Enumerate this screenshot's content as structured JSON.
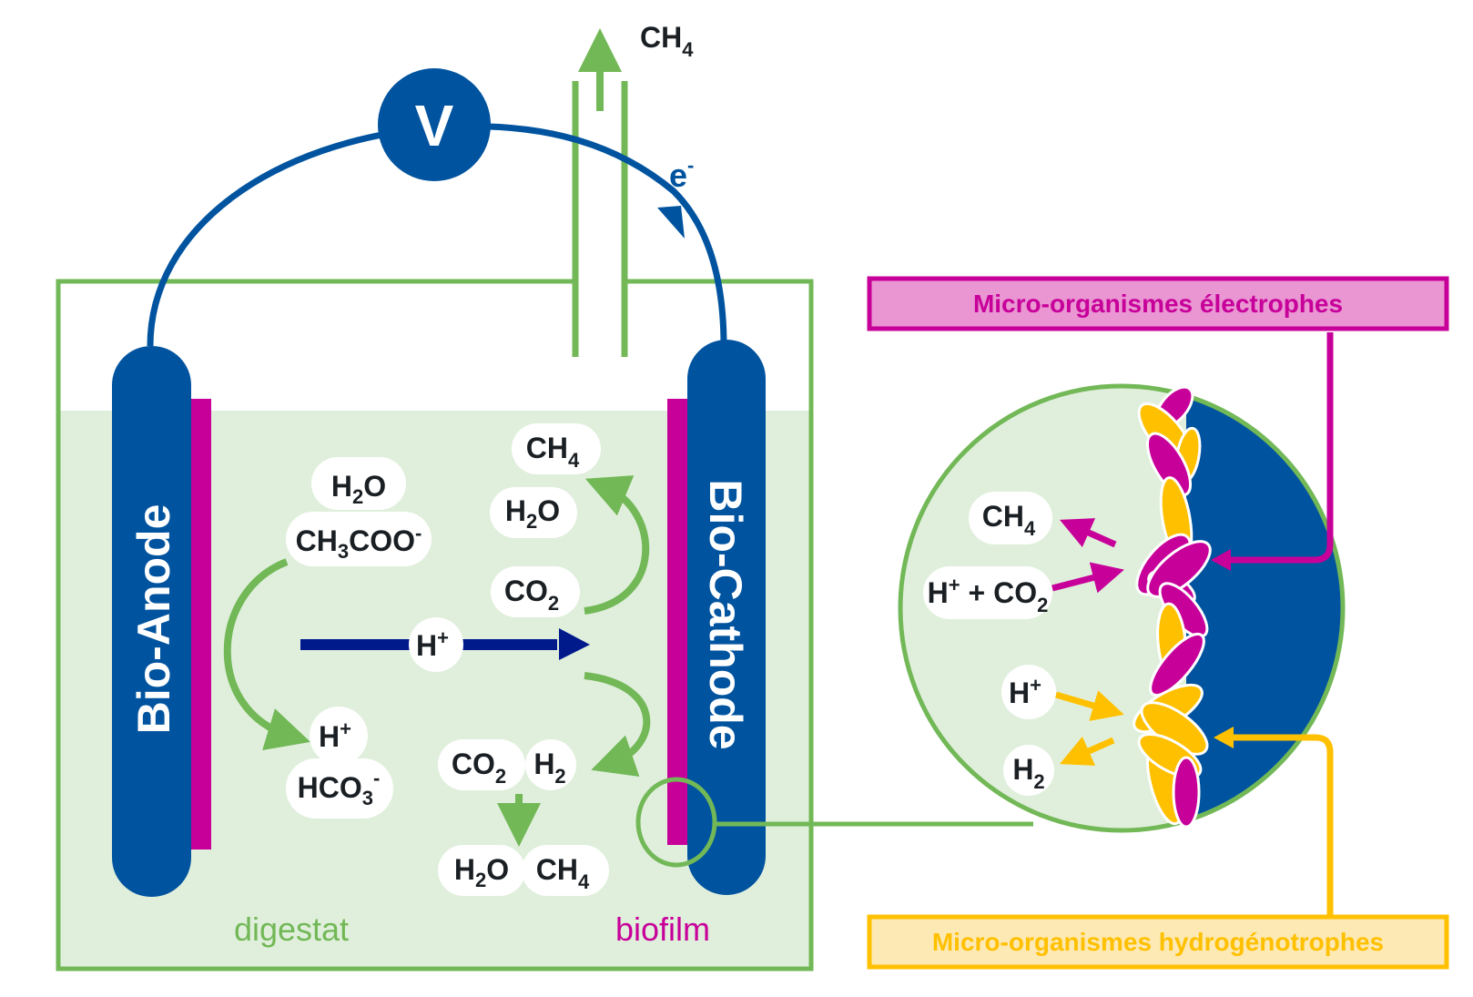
{
  "colors": {
    "green": "#72b857",
    "blue": "#00539f",
    "navy": "#001a8c",
    "magenta": "#c8009a",
    "yellow": "#ffc000",
    "liquid": "#e0efdc",
    "pink_box": "#e996d3",
    "yellow_box": "#fde9b4",
    "text": "#1a1f24"
  },
  "voltmeter": {
    "symbol": "V"
  },
  "electron": {
    "base": "e",
    "sup": "-"
  },
  "gas_outlet": {
    "base": "CH",
    "sub": "4"
  },
  "electrodes": {
    "anode": "Bio-Anode",
    "cathode": "Bio-Cathode"
  },
  "labels": {
    "digestat": "digestat",
    "biofilm": "biofilm"
  },
  "anode_side": {
    "water": {
      "a": "H",
      "sub": "2",
      "b": "O"
    },
    "acetate": {
      "a": "CH",
      "sub": "3",
      "b": "COO",
      "sup": "-"
    },
    "proton": {
      "a": "H",
      "sup": "+"
    },
    "bicarbonate": {
      "a": "HCO",
      "sub": "3",
      "sup": "-"
    }
  },
  "proton_transfer": {
    "a": "H",
    "sup": "+"
  },
  "cathode_side": {
    "methane_top": {
      "a": "CH",
      "sub": "4"
    },
    "water_top": {
      "a": "H",
      "sub": "2",
      "b": "O"
    },
    "co2_top": {
      "a": "CO",
      "sub": "2"
    },
    "co2_mid": {
      "a": "CO",
      "sub": "2"
    },
    "h2_mid": {
      "a": "H",
      "sub": "2"
    },
    "water_bottom": {
      "a": "H",
      "sub": "2",
      "b": "O"
    },
    "methane_bottom": {
      "a": "CH",
      "sub": "4"
    }
  },
  "zoom_view": {
    "methane": {
      "a": "CH",
      "sub": "4"
    },
    "proton_co2": {
      "a": "H",
      "sup": "+",
      "b": " + CO",
      "sub": "2"
    },
    "proton": {
      "a": "H",
      "sup": "+"
    },
    "hydrogen": {
      "a": "H",
      "sub": "2"
    }
  },
  "legend": {
    "electrophiles": "Micro-organismes électrophes",
    "hydrogenotrophs": "Micro-organismes hydrogénotrophes"
  }
}
